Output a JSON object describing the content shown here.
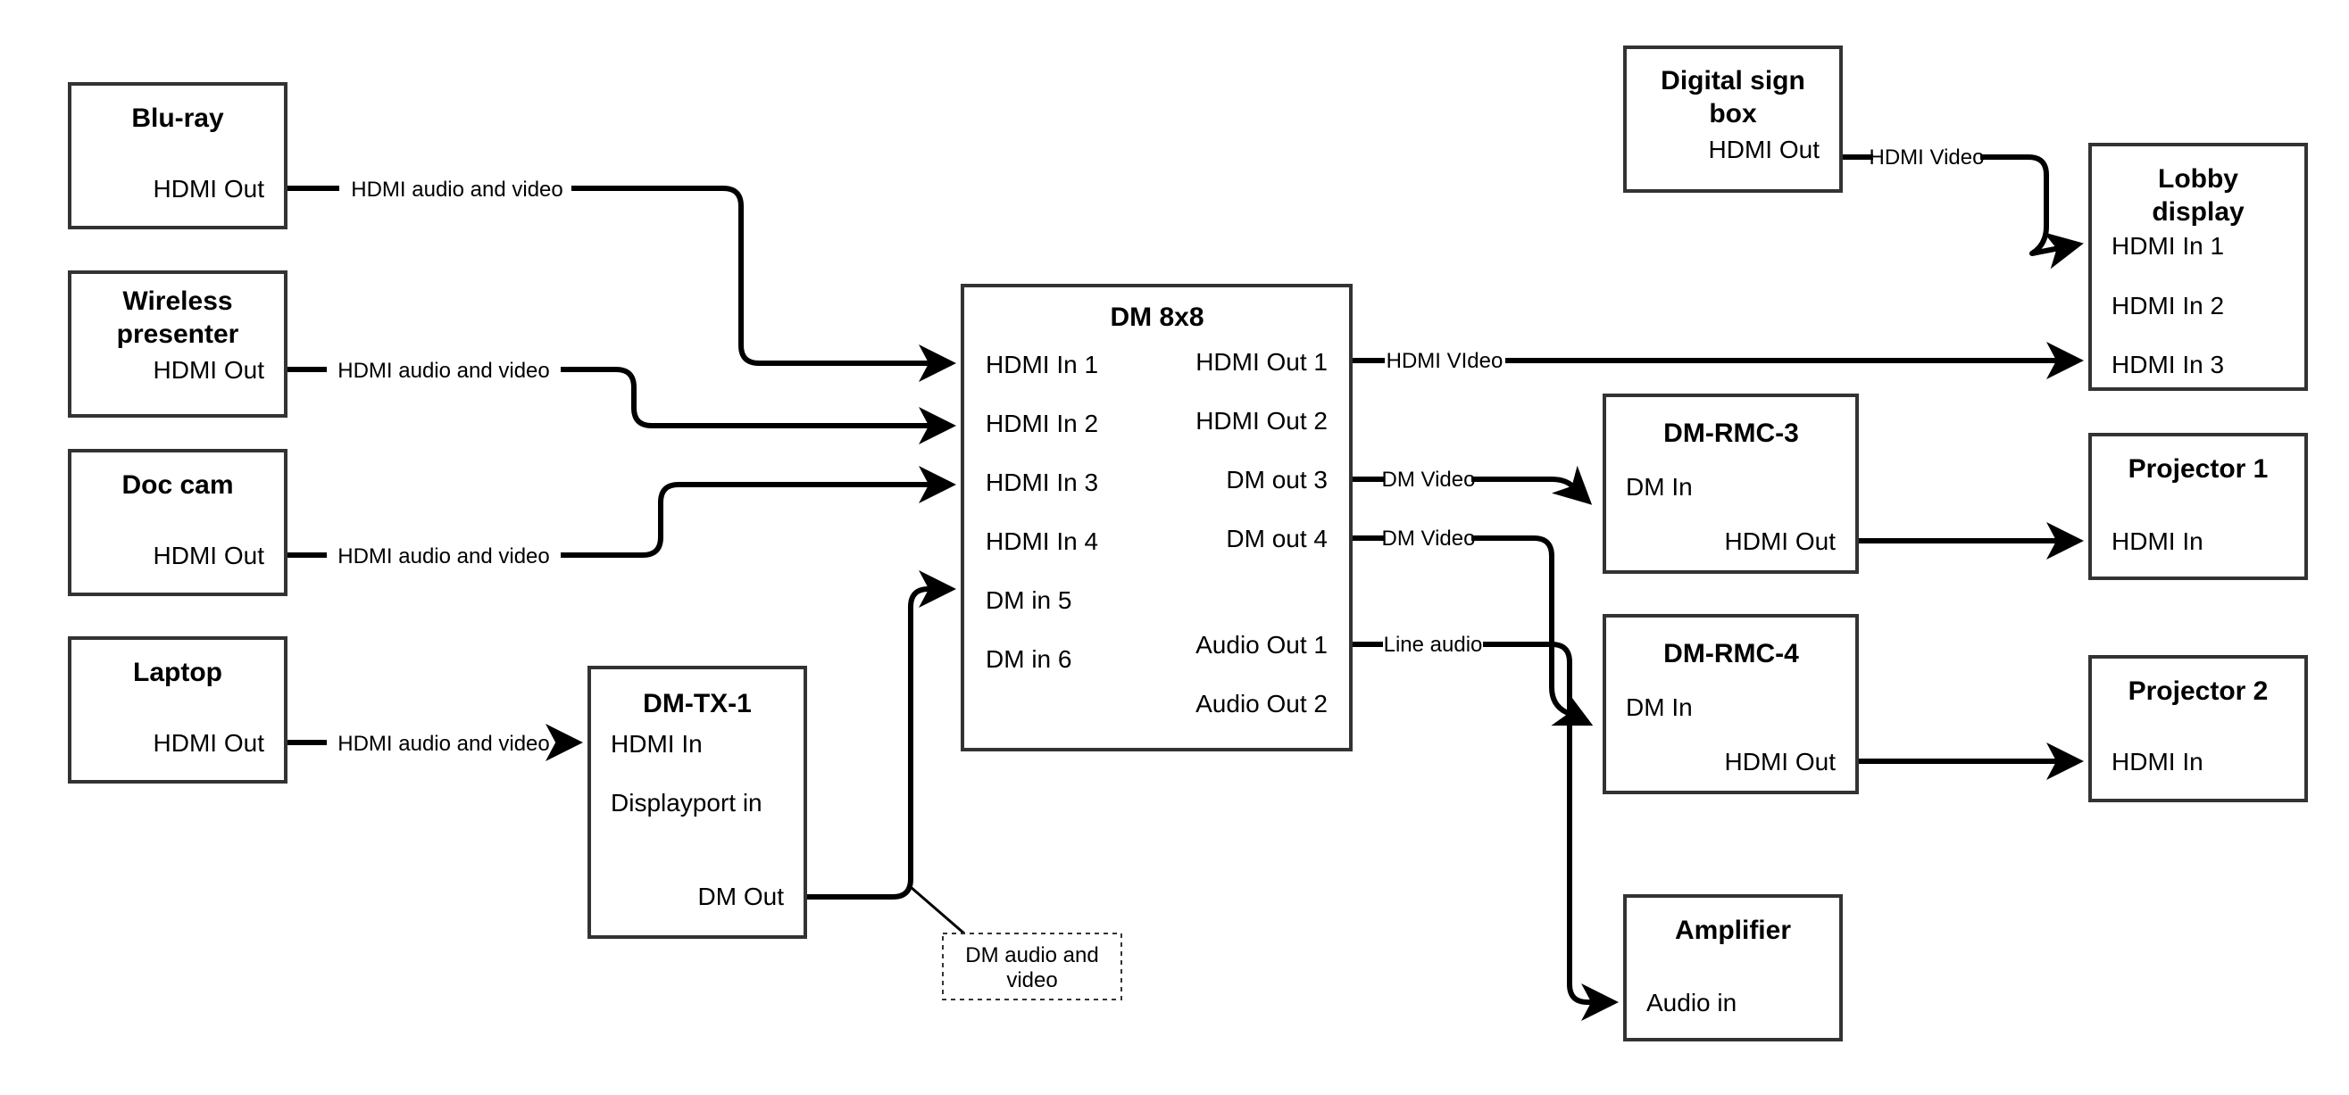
{
  "diagram": {
    "title": "AV signal routing diagram",
    "colors": {
      "box_stroke": "#333333",
      "box_fill": "#ffffff",
      "line": "#000000",
      "background": "#ffffff"
    },
    "nodes": {
      "bluray": {
        "title": "Blu-ray",
        "ports": {
          "out1": "HDMI Out"
        }
      },
      "wireless_presenter": {
        "title_line1": "Wireless",
        "title_line2": "presenter",
        "ports": {
          "out1": "HDMI Out"
        }
      },
      "doc_cam": {
        "title": "Doc cam",
        "ports": {
          "out1": "HDMI Out"
        }
      },
      "laptop": {
        "title": "Laptop",
        "ports": {
          "out1": "HDMI Out"
        }
      },
      "dm_tx_1": {
        "title": "DM-TX-1",
        "ports": {
          "in1": "HDMI In",
          "in2": "Displayport in",
          "out1": "DM Out"
        }
      },
      "dm_8x8": {
        "title": "DM 8x8",
        "inputs": [
          "HDMI In 1",
          "HDMI In 2",
          "HDMI In 3",
          "HDMI In 4",
          "DM in 5",
          "DM in 6"
        ],
        "outputs": [
          "HDMI Out 1",
          "HDMI Out 2",
          "DM out 3",
          "DM out 4",
          "Audio Out 1",
          "Audio Out 2"
        ]
      },
      "digital_sign_box": {
        "title_line1": "Digital sign",
        "title_line2": "box",
        "ports": {
          "out1": "HDMI Out"
        }
      },
      "lobby_display": {
        "title_line1": "Lobby",
        "title_line2": "display",
        "ports": {
          "in1": "HDMI In 1",
          "in2": "HDMI In 2",
          "in3": "HDMI In 3"
        }
      },
      "dm_rmc_3": {
        "title": "DM-RMC-3",
        "ports": {
          "in1": "DM In",
          "out1": "HDMI Out"
        }
      },
      "dm_rmc_4": {
        "title": "DM-RMC-4",
        "ports": {
          "in1": "DM In",
          "out1": "HDMI Out"
        }
      },
      "projector_1": {
        "title": "Projector 1",
        "ports": {
          "in1": "HDMI In"
        }
      },
      "projector_2": {
        "title": "Projector 2",
        "ports": {
          "in1": "HDMI In"
        }
      },
      "amplifier": {
        "title": "Amplifier",
        "ports": {
          "in1": "Audio in"
        }
      }
    },
    "edge_labels": {
      "bluray_to_dm": "HDMI audio and video",
      "wireless_to_dm": "HDMI audio and video",
      "doccam_to_dm": "HDMI audio and video",
      "laptop_to_tx": "HDMI audio and video",
      "dm_out1_to_lobby": "HDMI VIdeo",
      "dm_out3_to_rmc3": "DM Video",
      "dm_out4_to_rmc4": "DM Video",
      "dm_audio1_to_amp": "Line audio",
      "sign_to_lobby": "HDMI Video"
    },
    "notes": {
      "dm_audio_video_line1": "DM audio and",
      "dm_audio_video_line2": "video"
    }
  }
}
